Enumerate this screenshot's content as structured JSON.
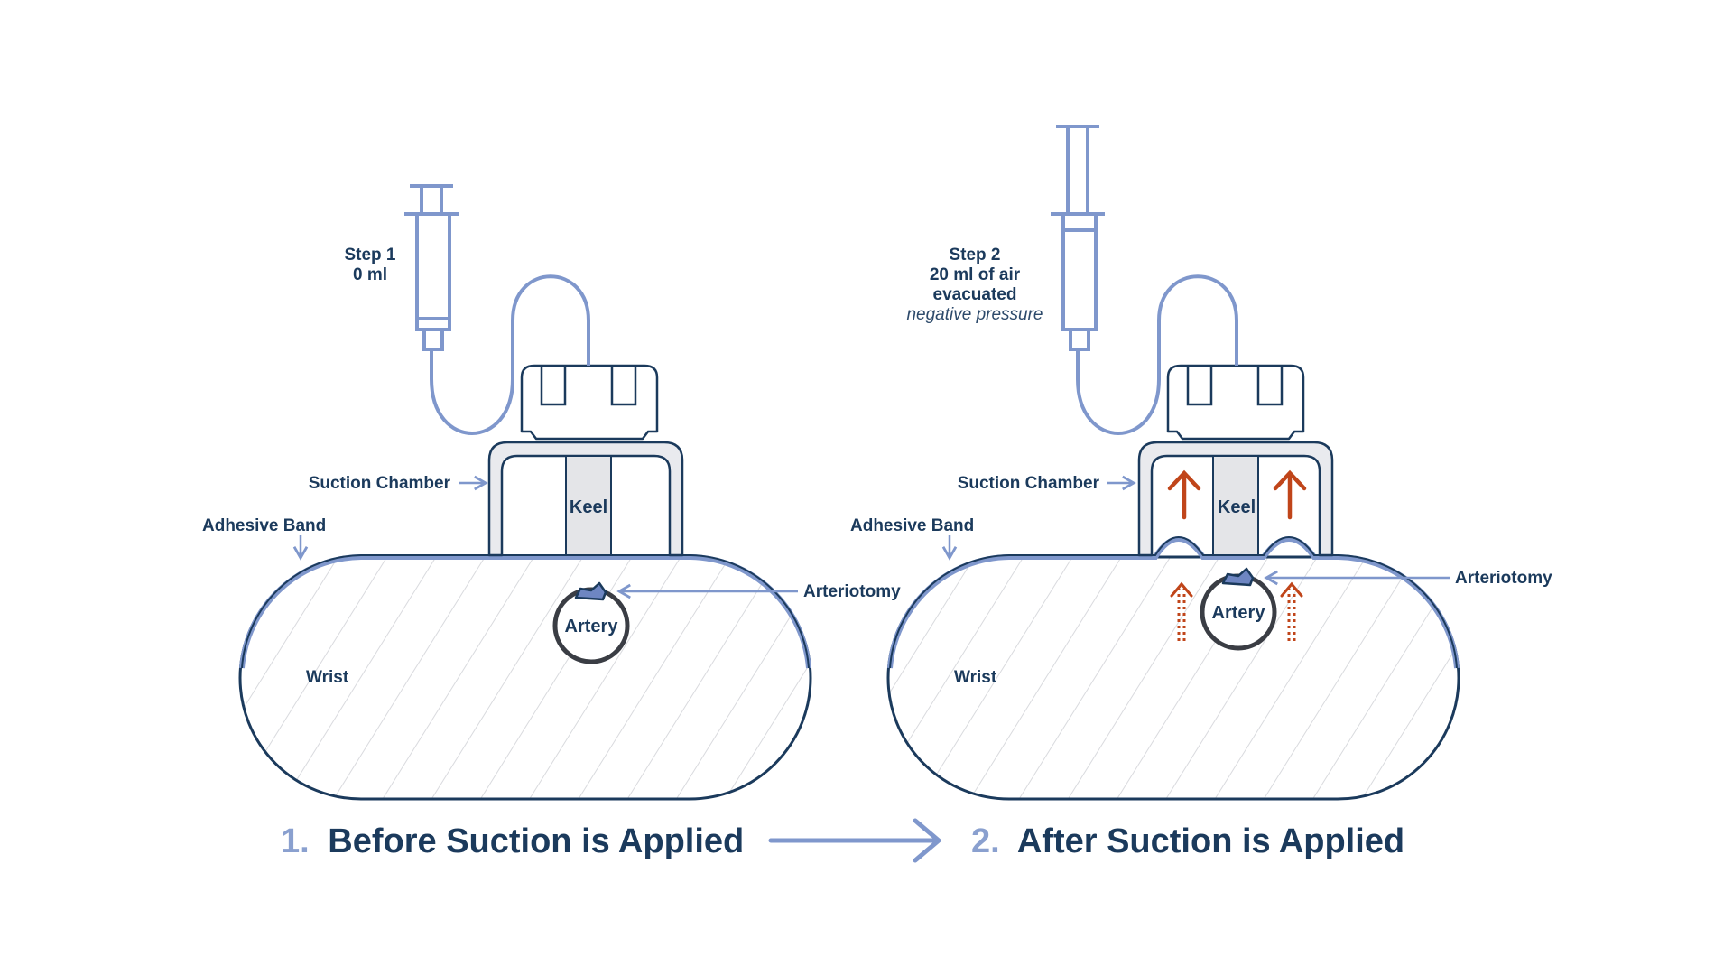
{
  "before": {
    "step_title": "Step 1",
    "step_value": "0 ml",
    "suction_chamber": "Suction Chamber",
    "adhesive_band": "Adhesive Band",
    "keel": "Keel",
    "arteriotomy": "Arteriotomy",
    "artery": "Artery",
    "wrist": "Wrist",
    "caption_number": "1.",
    "caption_text": "Before Suction is Applied"
  },
  "after": {
    "step_title": "Step 2",
    "step_line2": "20 ml of air",
    "step_line3": "evacuated",
    "step_note": "negative pressure",
    "suction_chamber": "Suction Chamber",
    "adhesive_band": "Adhesive Band",
    "keel": "Keel",
    "arteriotomy": "Arteriotomy",
    "artery": "Artery",
    "wrist": "Wrist",
    "caption_number": "2.",
    "caption_text": "After Suction is Applied"
  },
  "colors": {
    "device_blue": "#7f97cc",
    "navy": "#1b3a5c",
    "pressure_arrow": "#c0451a",
    "keel_fill": "#e4e5e8",
    "hatch": "#d9dade"
  },
  "icons": {
    "syringe": "syringe-icon",
    "flow_arrow": "arrow-right-icon"
  }
}
